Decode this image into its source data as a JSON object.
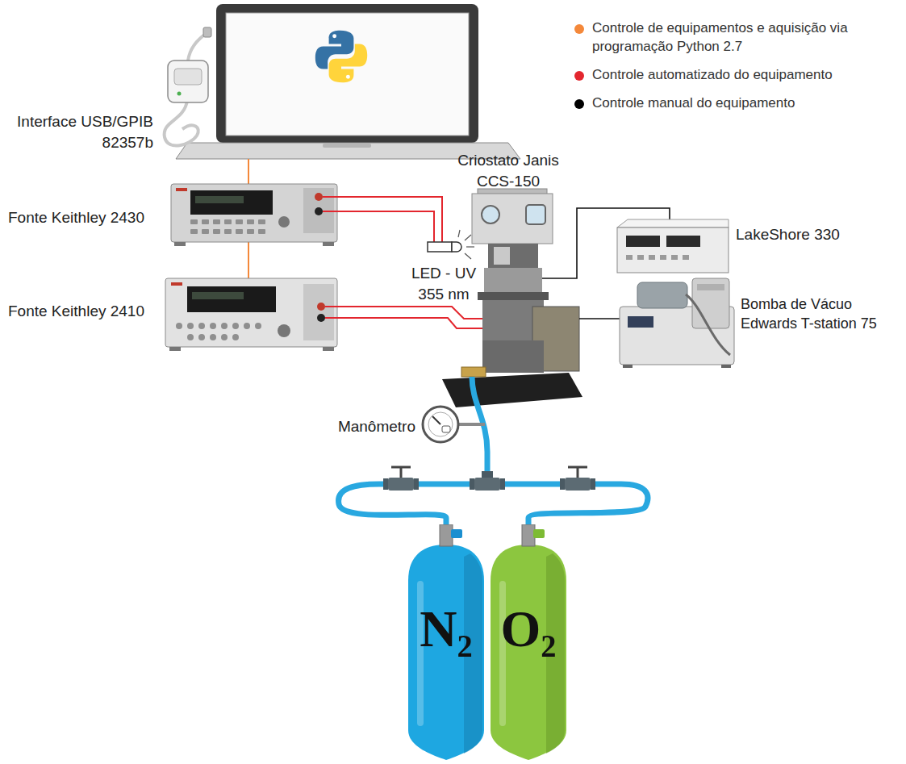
{
  "diagram": {
    "nodes": [
      {
        "text": [
          "N₂"
        ]
      },
      {
        "text": [
          "O₂"
        ]
      }
    ],
    "edges": [
      {
        "from": 0,
        "to": 1,
        "arrow": "none"
      }
    ],
    "labels": [
      "Interface USB/GPIB 82357b",
      "Fonte Keithley 2430",
      "Fonte Keithley 2410",
      "Criostato Janis CCS-150",
      "LED - UV 355 nm",
      "LakeShore 330",
      "Bomba de Vácuo Edwards T-station 75",
      "Manômetro"
    ],
    "legend": [
      {
        "text": "Controle de equipamentos e aquisição via programação Python 2.7",
        "color": "#f4883a"
      },
      {
        "text": "Controle automatizado do equipamento",
        "color": "#e3262e"
      },
      {
        "text": "Controle manual do equipamento",
        "color": "#000000"
      }
    ]
  }
}
